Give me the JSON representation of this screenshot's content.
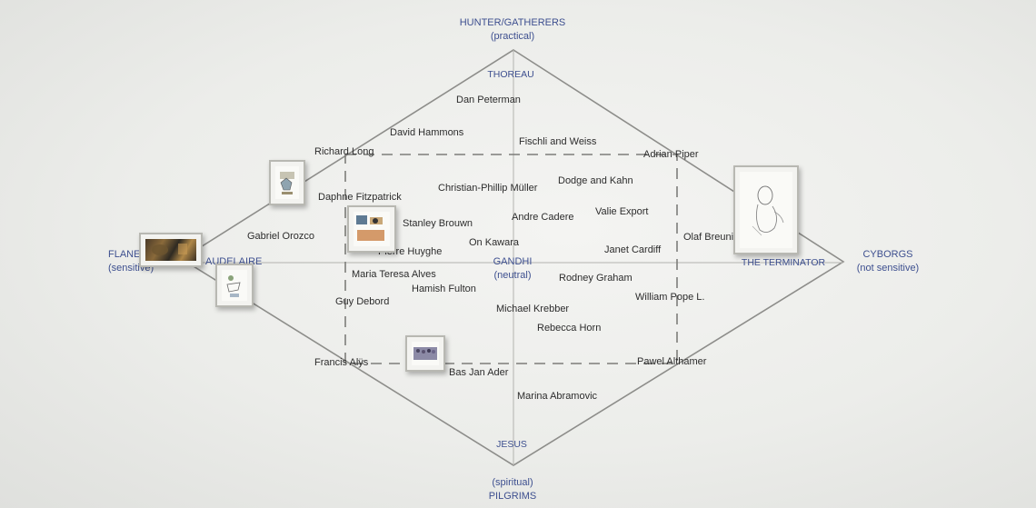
{
  "poles": {
    "top_title": "HUNTER/GATHERERS",
    "top_sub": "(practical)",
    "top_inner": "THOREAU",
    "bottom_title": "PILGRIMS",
    "bottom_sub": "(spiritual)",
    "bottom_inner": "JESUS",
    "left_title": "FLANE",
    "left_sub": "(sensitive)",
    "left_inner": "AUDELAIRE",
    "right_title": "CYBORGS",
    "right_sub": "(not sensitive)",
    "right_inner": "THE TERMINATOR",
    "center_title": "GANDHI",
    "center_sub": "(neutral)"
  },
  "artists": [
    "Dan Peterman",
    "David Hammons",
    "Fischli and Weiss",
    "Richard Long",
    "Adrian Piper",
    "Christian-Phillip Müller",
    "Dodge and Kahn",
    "Daphne Fitzpatrick",
    "Stanley Brouwn",
    "Andre Cadere",
    "Valie Export",
    "Gabriel Orozco",
    "Olaf Breuni",
    "On Kawara",
    "Pierre Huyghe",
    "Janet Cardiff",
    "Maria Teresa Alves",
    "Rodney Graham",
    "Hamish Fulton",
    "William Pope L.",
    "Guy Debord",
    "Michael Krebber",
    "Rebecca Horn",
    "Francis Alÿs",
    "Pawel Althamer",
    "Bas Jan Ader",
    "Marina Abramovic"
  ]
}
